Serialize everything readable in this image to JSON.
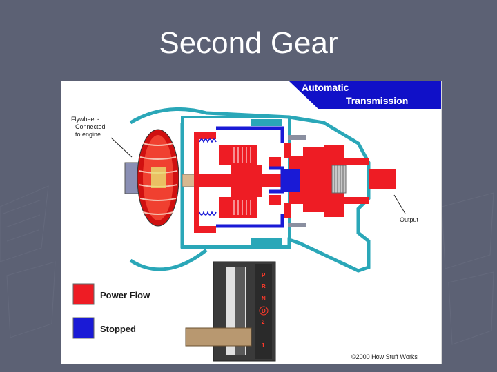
{
  "slide": {
    "title": "Second Gear"
  },
  "diagram": {
    "banner": {
      "line1": "Automatic",
      "line2": "Transmission"
    },
    "labels": {
      "flywheel_line1": "Flywheel -",
      "flywheel_line2": "Connected",
      "flywheel_line3": "to engine",
      "output": "Output"
    },
    "legend": {
      "power_flow": "Power Flow",
      "stopped": "Stopped"
    },
    "shifter_positions": [
      "P",
      "R",
      "N",
      "D",
      "2",
      "1"
    ],
    "copyright": "©2000 How Stuff Works",
    "colors": {
      "power_flow": "#ee1c24",
      "stopped": "#1a1ad6",
      "housing": "#2aa7b8",
      "banner": "#1010c8"
    }
  }
}
